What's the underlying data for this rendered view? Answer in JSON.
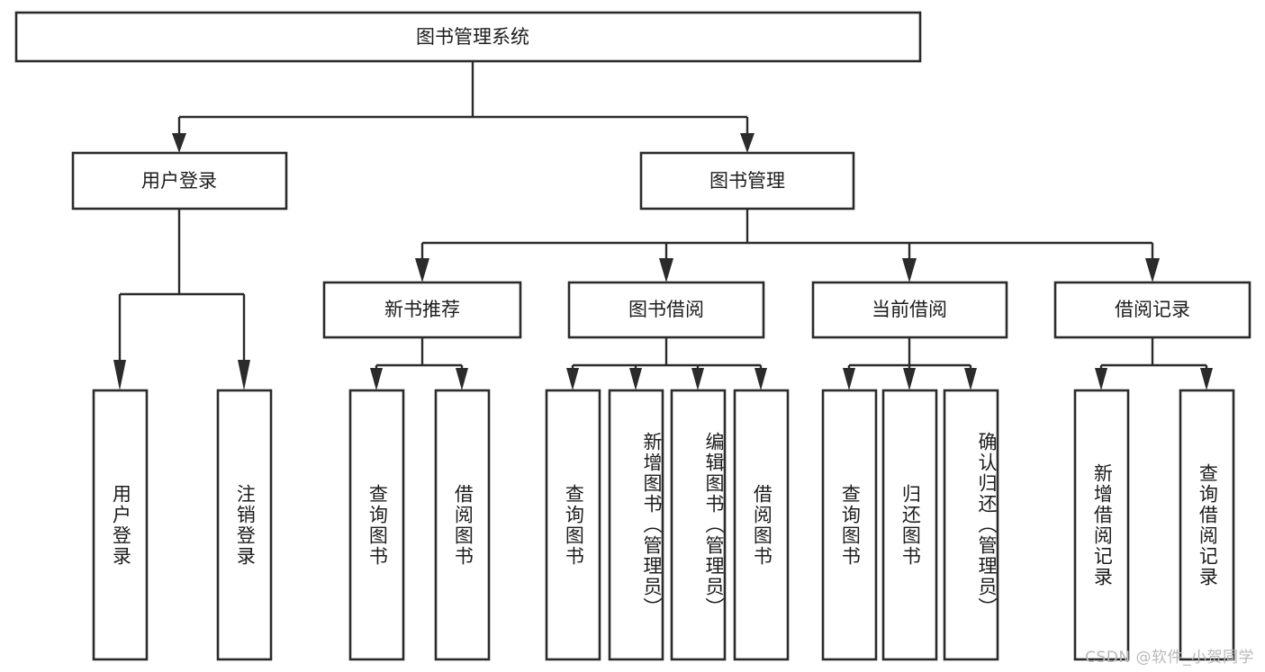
{
  "diagram": {
    "title": "图书管理系统",
    "type": "tree-hierarchy-chart",
    "root": {
      "id": "root",
      "label": "图书管理系统",
      "level": 0
    },
    "level2": [
      {
        "id": "user-login",
        "label": "用户登录"
      },
      {
        "id": "book-management",
        "label": "图书管理"
      }
    ],
    "level3": [
      {
        "id": "new-book-recommend",
        "label": "新书推荐",
        "parent": "book-management"
      },
      {
        "id": "book-borrow",
        "label": "图书借阅",
        "parent": "book-management"
      },
      {
        "id": "current-borrow",
        "label": "当前借阅",
        "parent": "book-management"
      },
      {
        "id": "borrow-record",
        "label": "借阅记录",
        "parent": "book-management"
      }
    ],
    "leaves": [
      {
        "id": "leaf-user-login",
        "label": "用户登录",
        "parent": "user-login"
      },
      {
        "id": "leaf-logout-login",
        "label": "注销登录",
        "parent": "user-login"
      },
      {
        "id": "leaf-query-book-1",
        "label": "查询图书",
        "parent": "new-book-recommend"
      },
      {
        "id": "leaf-borrow-book-1",
        "label": "借阅图书",
        "parent": "new-book-recommend"
      },
      {
        "id": "leaf-query-book-2",
        "label": "查询图书",
        "parent": "book-borrow"
      },
      {
        "id": "leaf-add-book",
        "label": "新增图书（管理员）",
        "parent": "book-borrow"
      },
      {
        "id": "leaf-edit-book",
        "label": "编辑图书（管理员）",
        "parent": "book-borrow"
      },
      {
        "id": "leaf-borrow-book-2",
        "label": "借阅图书",
        "parent": "book-borrow"
      },
      {
        "id": "leaf-query-book-3",
        "label": "查询图书",
        "parent": "current-borrow"
      },
      {
        "id": "leaf-return-book",
        "label": "归还图书",
        "parent": "current-borrow"
      },
      {
        "id": "leaf-confirm-return",
        "label": "确认归还（管理员）",
        "parent": "current-borrow"
      },
      {
        "id": "leaf-add-record",
        "label": "新增借阅记录",
        "parent": "borrow-record"
      },
      {
        "id": "leaf-query-record",
        "label": "查询借阅记录",
        "parent": "borrow-record"
      }
    ],
    "colors": {
      "stroke": "#2b2b2b",
      "fill": "#ffffff",
      "text": "#1d1d1d",
      "watermark": "#b9b9b9",
      "background": "#ffffff"
    }
  },
  "watermark": {
    "text": "CSDN @软件_小贺同学"
  }
}
